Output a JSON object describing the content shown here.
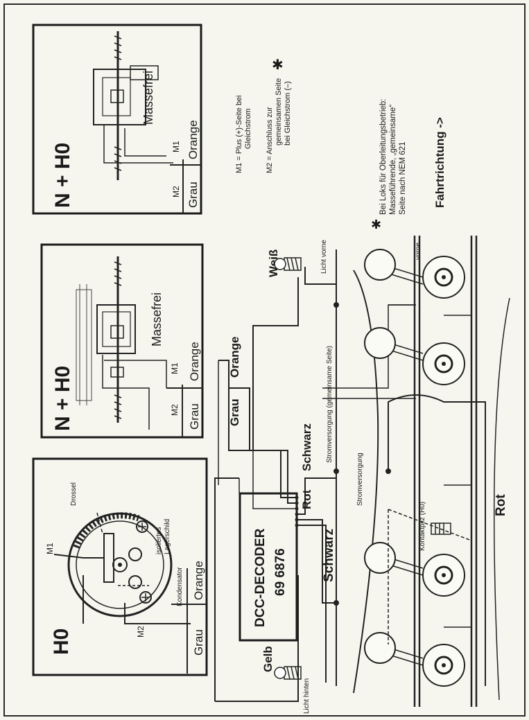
{
  "panels": {
    "h0": {
      "title": "H0",
      "m1": "M1",
      "m2": "M2",
      "drossel": "Drossel",
      "isoliertes": "isoliertes",
      "lagerschild": "Lagerschild",
      "kondensator": "Kondensator",
      "grau": "Grau",
      "orange": "Orange"
    },
    "nh0_middle": {
      "title": "N + H0",
      "massefrei": "Massefrei",
      "m1": "M1",
      "m2": "M2",
      "grau": "Grau",
      "orange": "Orange"
    },
    "nh0_top": {
      "title": "N + H0",
      "massefrei": "Massefrei",
      "m1": "M1",
      "m2": "M2",
      "grau": "Grau",
      "orange": "Orange"
    }
  },
  "legend": {
    "m1_line1": "M1 = Plus (+)-Seite bei",
    "m1_line2": "Gleichstrom",
    "m2_line1": "M2 = Anschluss zur",
    "m2_line2": "gemeinsamen Seite",
    "m2_line3": "bei Gleichstrom (–)",
    "star": "✱",
    "note_line1": "Bei Loks für Oberleitungsbetrieb:",
    "note_line2": "Masseführende, „gemeinsame“",
    "note_line3": "Seite nach NEM 621",
    "direction": "Fahrtrichtung ->"
  },
  "decoder": {
    "name": "DCC-DECODER",
    "number": "69 6876"
  },
  "wires": {
    "grau": "Grau",
    "orange": "Orange",
    "schwarz_top": "Schwarz",
    "rot_top": "Rot",
    "schwarz_bottom": "Schwarz",
    "rot_bottom": "Rot",
    "stromversorgung_gemeinsam": "Stromversorgung (gemeinsame Seite)",
    "stromversorgung": "Stromversorgung",
    "kontaktpilz": "Kontaktpilz (H0)",
    "weiss": "Weiß",
    "gelb": "Gelb",
    "licht_vorne": "Licht vorne",
    "licht_hinten": "Licht hinten",
    "vorne": "vorne"
  }
}
